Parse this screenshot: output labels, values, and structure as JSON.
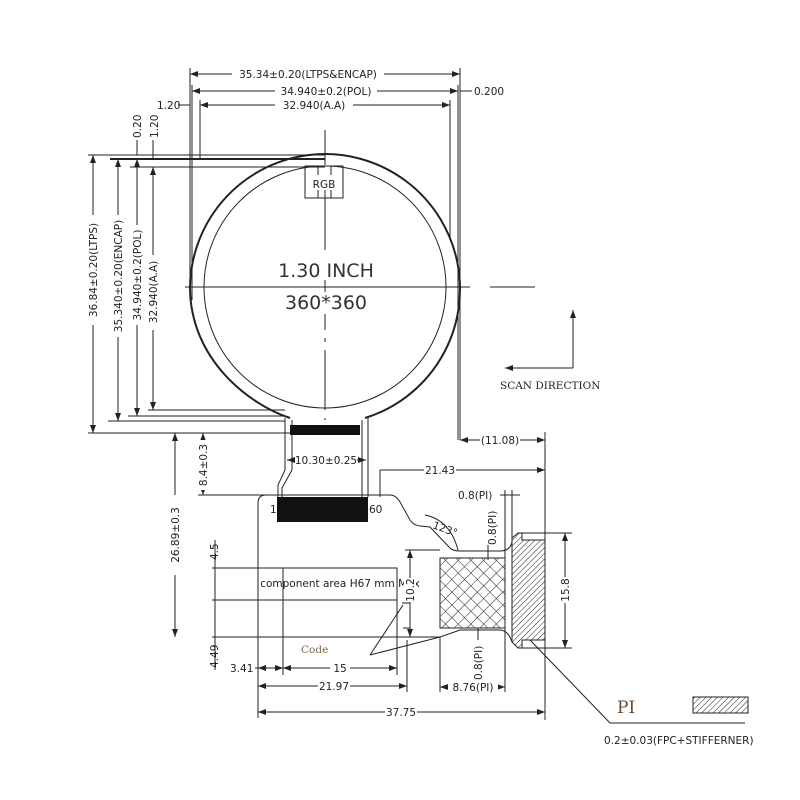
{
  "screen": {
    "title": "1.30 INCH",
    "resolution": "360*360",
    "rgb_label": "RGB",
    "scan_direction": "SCAN DIRECTION"
  },
  "dimensions_top": {
    "ltps_encap": "35.34±0.20(LTPS&ENCAP)",
    "pol": "34.940±0.2(POL)",
    "aa": "32.940(A.A)",
    "right_gap": "0.200",
    "left_gap": "1.20"
  },
  "dimensions_left": {
    "ltps": "36.84±0.20(LTPS)",
    "encap": "35.340±0.20(ENCAP)",
    "pol": "34.940±0.2(POL)",
    "aa": "32.940(A.A)",
    "top_gap_a": "0.20",
    "top_gap_b": "1.20"
  },
  "fpc": {
    "neck_width": "10.30±0.25",
    "neck_length": "8.4±0.3",
    "total_length": "26.89±0.3",
    "offset_right": "(11.08)",
    "width_right": "21.43",
    "pi_top": "0.8(PI)",
    "pi_side": "0.8(PI)",
    "pi_bottom": "0.8(PI)",
    "angle": "123°",
    "height_10_2": "10.2",
    "stiffener_height": "15.8",
    "comp_h": "4.5",
    "bottom_h": "4.49",
    "left_off": "3.41",
    "comp_w": "15",
    "w_21_97": "21.97",
    "pi_width": "8.76(PI)",
    "total_width": "37.75",
    "component_area": "component area H67 mm Max",
    "code_label": "Code",
    "pin_first": "1",
    "pin_last": "60"
  },
  "legend": {
    "pi_label": "PI",
    "stiffener_note": "0.2±0.03(FPC+STIFFERNER)"
  },
  "colors": {
    "pi_label": "#6a4a2a",
    "code_label": "#7a6a40"
  }
}
